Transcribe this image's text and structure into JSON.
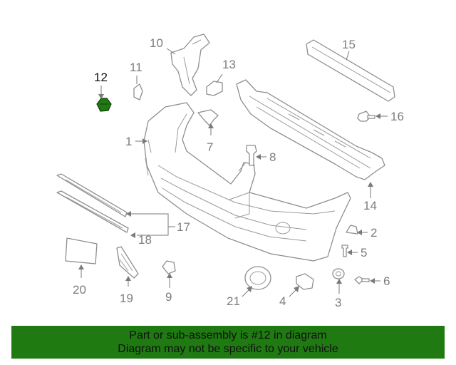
{
  "diagram": {
    "highlighted_part": "12",
    "callouts": [
      "1",
      "2",
      "3",
      "4",
      "5",
      "6",
      "7",
      "8",
      "9",
      "10",
      "11",
      "12",
      "13",
      "14",
      "15",
      "16",
      "17",
      "18",
      "19",
      "20",
      "21"
    ]
  },
  "banner": {
    "line1": "Part or sub-assembly is #12 in diagram",
    "line2": "Diagram may not be specific to your vehicle",
    "color": "#1f7a12"
  }
}
